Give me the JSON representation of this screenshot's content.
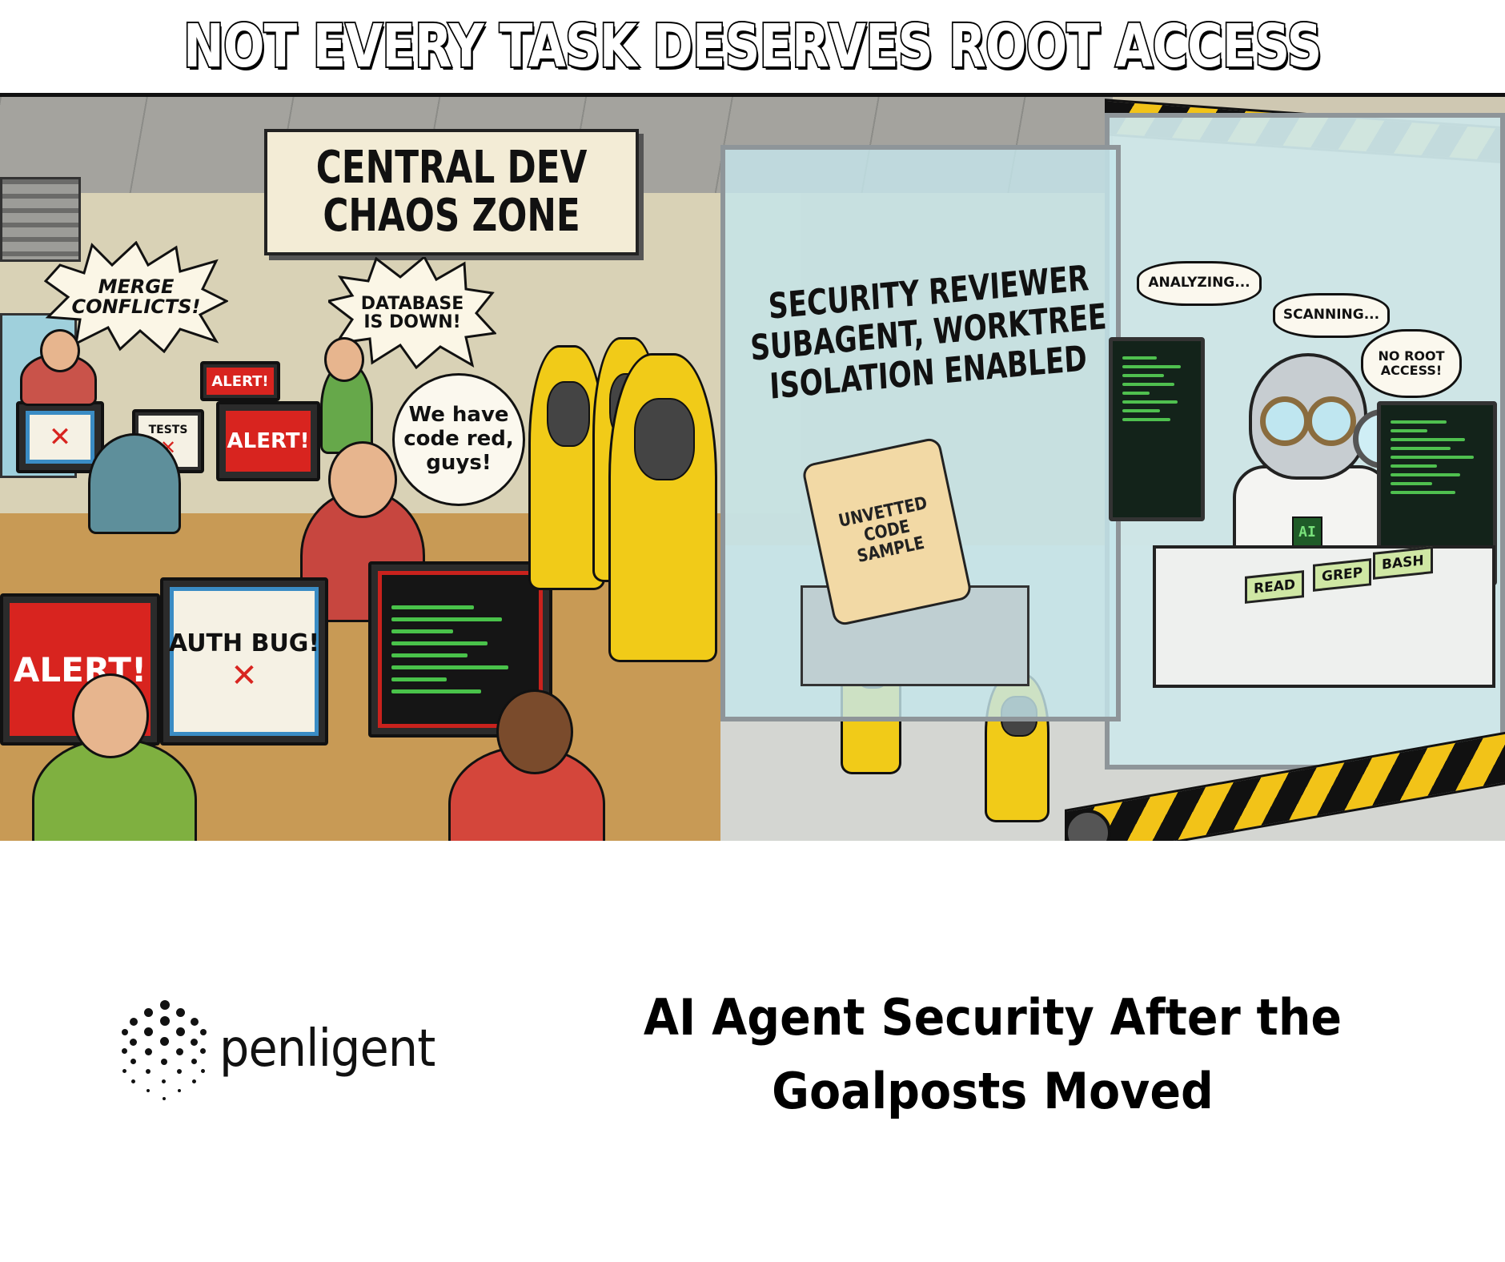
{
  "banner": {
    "title": "NOT EVERY TASK DESERVES ROOT ACCESS"
  },
  "illustration": {
    "chaos_sign": {
      "lines": [
        "CENTRAL DEV",
        "CHAOS ZONE"
      ]
    },
    "speech": {
      "merge": [
        "MERGE",
        "CONFLICTS!"
      ],
      "database": [
        "DATABASE",
        "IS DOWN!"
      ],
      "code_red": [
        "We have",
        "code red,",
        "guys!"
      ],
      "analyzing": "ANALYZING...",
      "scanning": "SCANNING...",
      "no_root": [
        "NO ROOT",
        "ACCESS!"
      ]
    },
    "screens": {
      "alert_small": "ALERT!",
      "alert_medium": "ALERT!",
      "alert_large": "ALERT!",
      "tests": "TESTS",
      "auth_bug": "AUTH BUG!",
      "fail_mark": "✕"
    },
    "booth": {
      "label_lines": [
        "SECURITY REVIEWER",
        "SUBAGENT, WORKTREE",
        "ISOLATION ENABLED"
      ],
      "scroll_lines": [
        "UNVETTED",
        "CODE",
        "SAMPLE"
      ],
      "robot_badge": "AI",
      "tools": [
        "READ",
        "GREP",
        "BASH"
      ]
    },
    "colors": {
      "alert_red": "#d8241f",
      "hazmat_yellow": "#f1cb18",
      "hazard_black": "#111111",
      "glass_blue": "#c4e5ea",
      "terminal_green": "#4fc04f"
    }
  },
  "footer": {
    "logo_text": "penligent",
    "headline_lines": [
      "AI Agent Security After the",
      "Goalposts Moved"
    ]
  }
}
